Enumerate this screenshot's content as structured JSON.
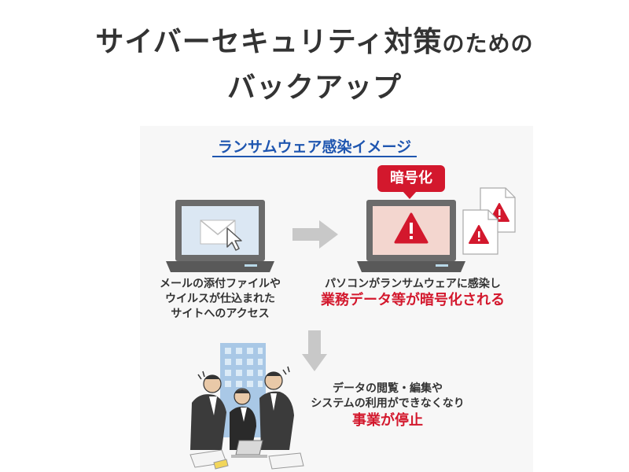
{
  "title": {
    "line1_main": "サイバーセキュリティ対策",
    "line1_small": "のための",
    "line2": "バックアップ"
  },
  "subtitle": "ランサムウェア感染イメージ",
  "step1": {
    "caption_lines": [
      "メールの添付ファイルや",
      "ウイルスが仕込まれた",
      "サイトへのアクセス"
    ]
  },
  "step2": {
    "badge": "暗号化",
    "caption": "パソコンがランサムウェアに感染し",
    "caption_red": "業務データ等が暗号化される"
  },
  "step3": {
    "caption_lines": [
      "データの閲覧・編集や",
      "システムの利用ができなくなり"
    ],
    "caption_red": "事業が停止"
  },
  "colors": {
    "accent_blue": "#1f56b0",
    "alert_red": "#d3182d",
    "laptop_gray": "#6b6b6b",
    "arrow_gray": "#c8c8c8"
  }
}
